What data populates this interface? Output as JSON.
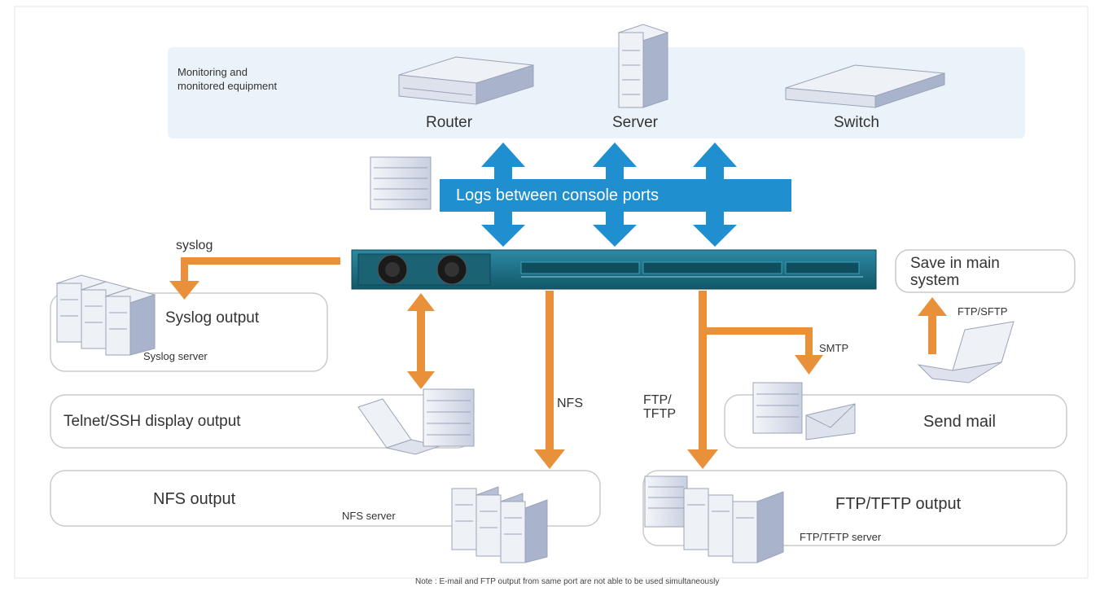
{
  "monitoring": {
    "title_line1": "Monitoring and",
    "title_line2": "monitored equipment",
    "router_label": "Router",
    "server_label": "Server",
    "switch_label": "Switch"
  },
  "console_logs_label": "Logs between console ports",
  "outputs": {
    "syslog_arrow_label": "syslog",
    "syslog_output": "Syslog output",
    "syslog_server": "Syslog server",
    "telnet_output": "Telnet/SSH display output",
    "nfs_arrow_label": "NFS",
    "nfs_output": "NFS output",
    "nfs_server": "NFS server",
    "ftp_arrow_label_line1": "FTP/",
    "ftp_arrow_label_line2": "TFTP",
    "ftp_output": "FTP/TFTP output",
    "ftp_server": "FTP/TFTP server",
    "smtp_label": "SMTP",
    "send_mail": "Send mail",
    "save_main_line1": "Save in main",
    "save_main_line2": "system",
    "ftp_sftp_label": "FTP/SFTP"
  },
  "note": "Note : E-mail and FTP output from same port are not able to be used simultaneously",
  "colors": {
    "blue_arrow": "#1f8fd0",
    "orange_arrow": "#e8913a",
    "device_teal": "#1b6f86",
    "panel_bg": "#eaf3f9"
  }
}
